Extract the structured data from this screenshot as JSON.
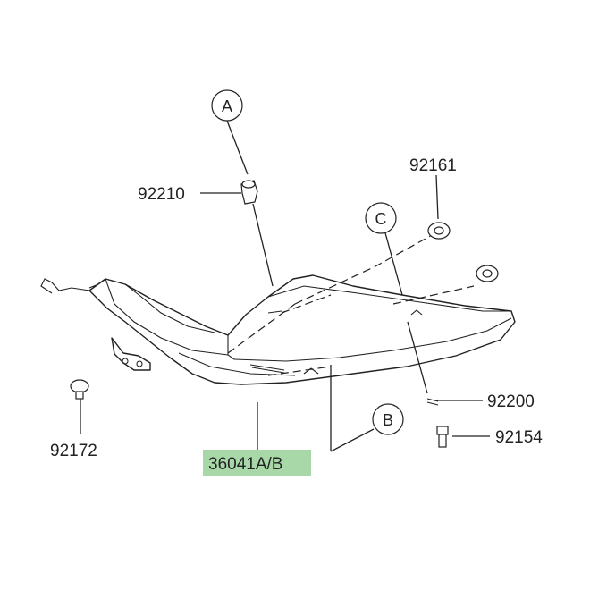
{
  "parts": {
    "p92210": "92210",
    "p92161": "92161",
    "p92200": "92200",
    "p92154": "92154",
    "p92172": "92172",
    "p36041": "36041A/B"
  },
  "refs": {
    "a": "A",
    "b": "B",
    "c": "C"
  },
  "colors": {
    "highlight": "#a8d8a8",
    "line": "#222222"
  }
}
